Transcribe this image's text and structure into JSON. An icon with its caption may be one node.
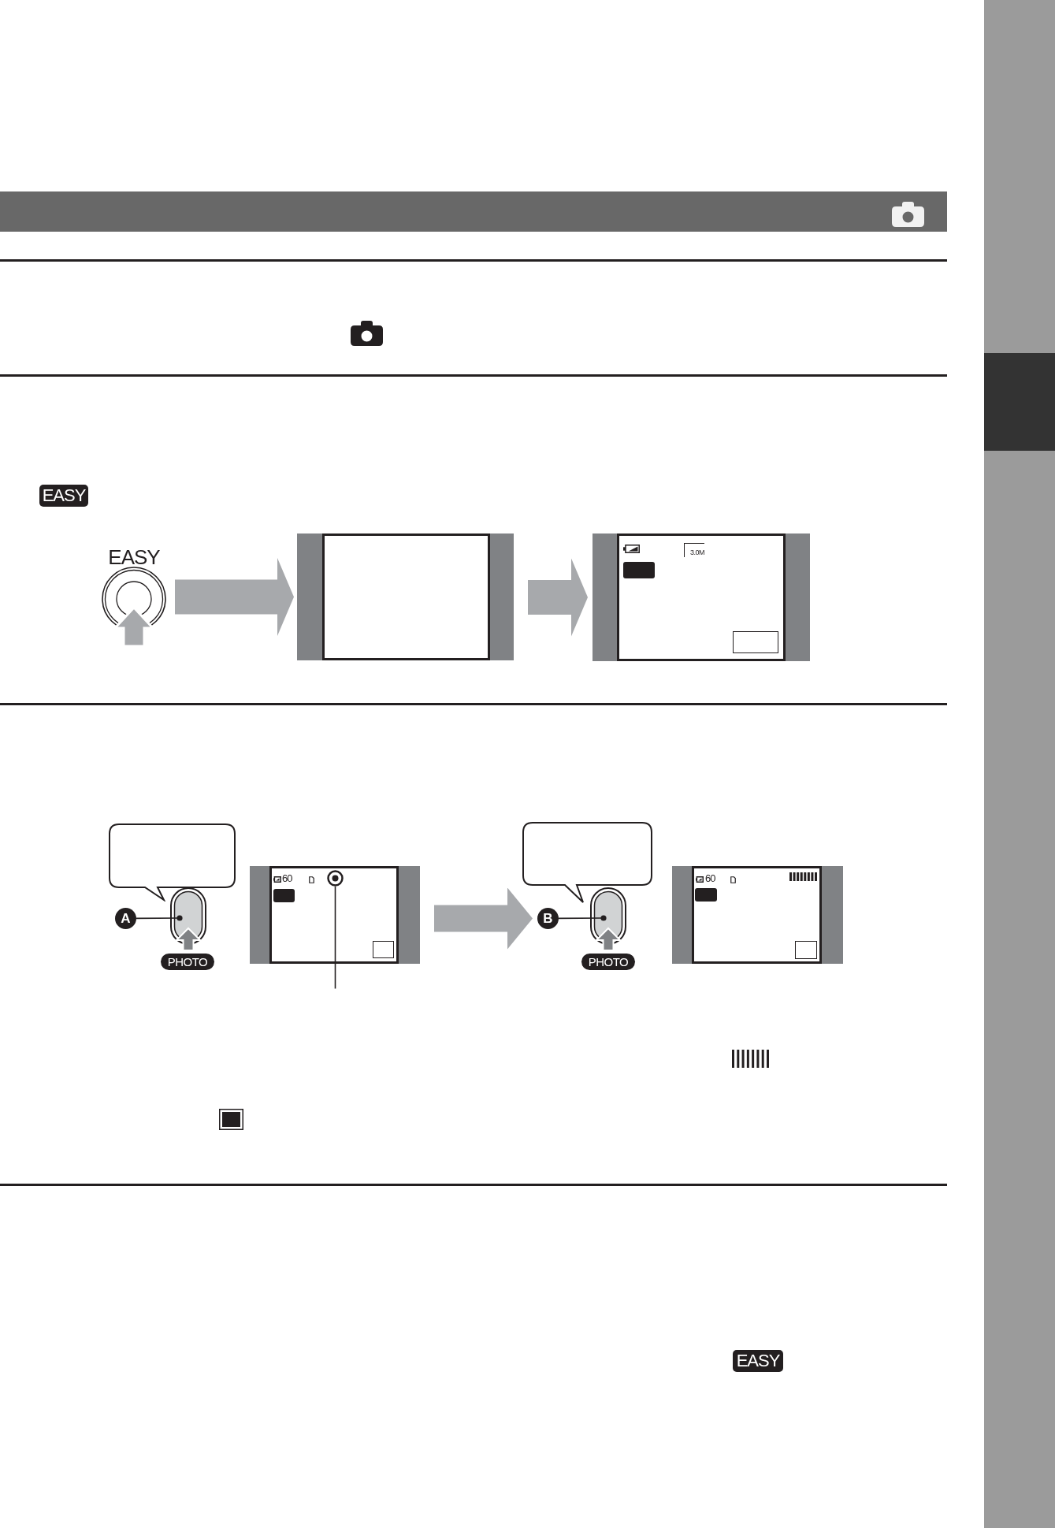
{
  "diagram": {
    "nodes": [
      {
        "text": [
          "EASY"
        ]
      },
      {
        "text": [],
        "shape": "picture"
      },
      {
        "text": [
          "3.0M"
        ]
      },
      {
        "text": [],
        "shape": "bubble"
      },
      {
        "text": [
          "A"
        ]
      },
      {
        "text": [
          "PHOTO"
        ]
      },
      {
        "text": [
          "60"
        ]
      },
      {
        "text": [],
        "shape": "circle",
        "in": 6
      },
      {
        "text": [],
        "shape": "bubble"
      },
      {
        "text": [
          "B"
        ]
      },
      {
        "text": [
          "PHOTO"
        ]
      },
      {
        "text": [
          "60"
        ]
      }
    ],
    "edges": [
      {
        "from": 0,
        "to": 1,
        "arrow": "to",
        "style": "thick",
        "color": "#a7a9ac"
      },
      {
        "from": 1,
        "to": 2,
        "arrow": "to",
        "style": "thick",
        "color": "#a7a9ac"
      },
      {
        "from": 4,
        "to": 5,
        "arrow": "other",
        "color": "#231f20"
      },
      {
        "from": null,
        "to": 7,
        "arrow": "none",
        "color": "#231f20"
      },
      {
        "from": 6,
        "to": 9,
        "arrow": "to",
        "style": "thick",
        "color": "#a7a9ac"
      },
      {
        "from": 9,
        "to": 10,
        "arrow": "other",
        "color": "#231f20"
      }
    ],
    "labels": [
      "EASY",
      "EASY"
    ]
  }
}
